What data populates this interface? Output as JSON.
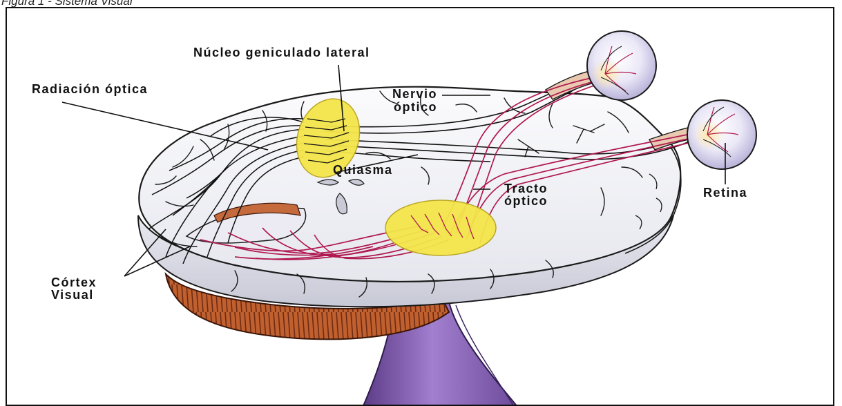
{
  "caption": "Figura 1 - Sistema Visual",
  "labels": {
    "nucleo": "Núcleo geniculado lateral",
    "radiacion": "Radiación óptica",
    "nervio_1": "Nervio",
    "nervio_2": "óptico",
    "quiasma": "Quiasma",
    "tracto_1": "Tracto",
    "tracto_2": "óptico",
    "retina": "Retina",
    "cortex_1": "Córtex",
    "cortex_2": "Visual"
  },
  "colors": {
    "brain_fill": "#f1f1f5",
    "brain_shade": "#d4d5e0",
    "outline": "#1a1a1a",
    "fiber_black": "#111111",
    "fiber_red": "#b0194f",
    "nucleus_yellow": "#f4e64a",
    "cerebellum": "#b5532b",
    "brainstem": "#8a5bb0",
    "eyeball": "#e3e0f3"
  }
}
